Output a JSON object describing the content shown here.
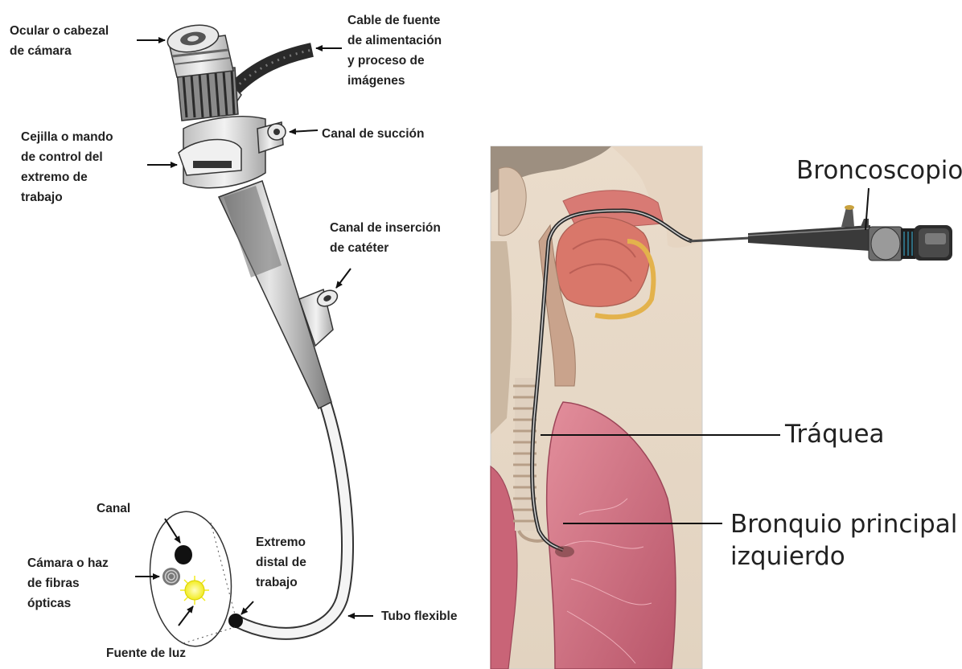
{
  "scope_labels": {
    "ocular": "Ocular o cabezal\nde cámara",
    "cable": "Cable de fuente\nde alimentación\ny proceso de\nimágenes",
    "succion": "Canal de succión",
    "cejilla": "Cejilla o mando\nde control del\nextremo de\ntrabajo",
    "insercion": "Canal de inserción\nde catéter",
    "canal": "Canal",
    "camara": "Cámara o haz\nde fibras\nópticas",
    "extremo": "Extremo\ndistal de\ntrabajo",
    "tubo": "Tubo flexible",
    "luz": "Fuente de luz"
  },
  "anatomy_labels": {
    "broncoscopio": "Broncoscopio",
    "traquea": "Tráquea",
    "bronquio": "Bronquio principal\nizquierdo"
  },
  "colors": {
    "skin": "#eadfce",
    "lung": "#cf6b7e",
    "tissue": "#d9776a",
    "light_source": "#f6f33a",
    "scope_dark": "#2a2a2a"
  }
}
